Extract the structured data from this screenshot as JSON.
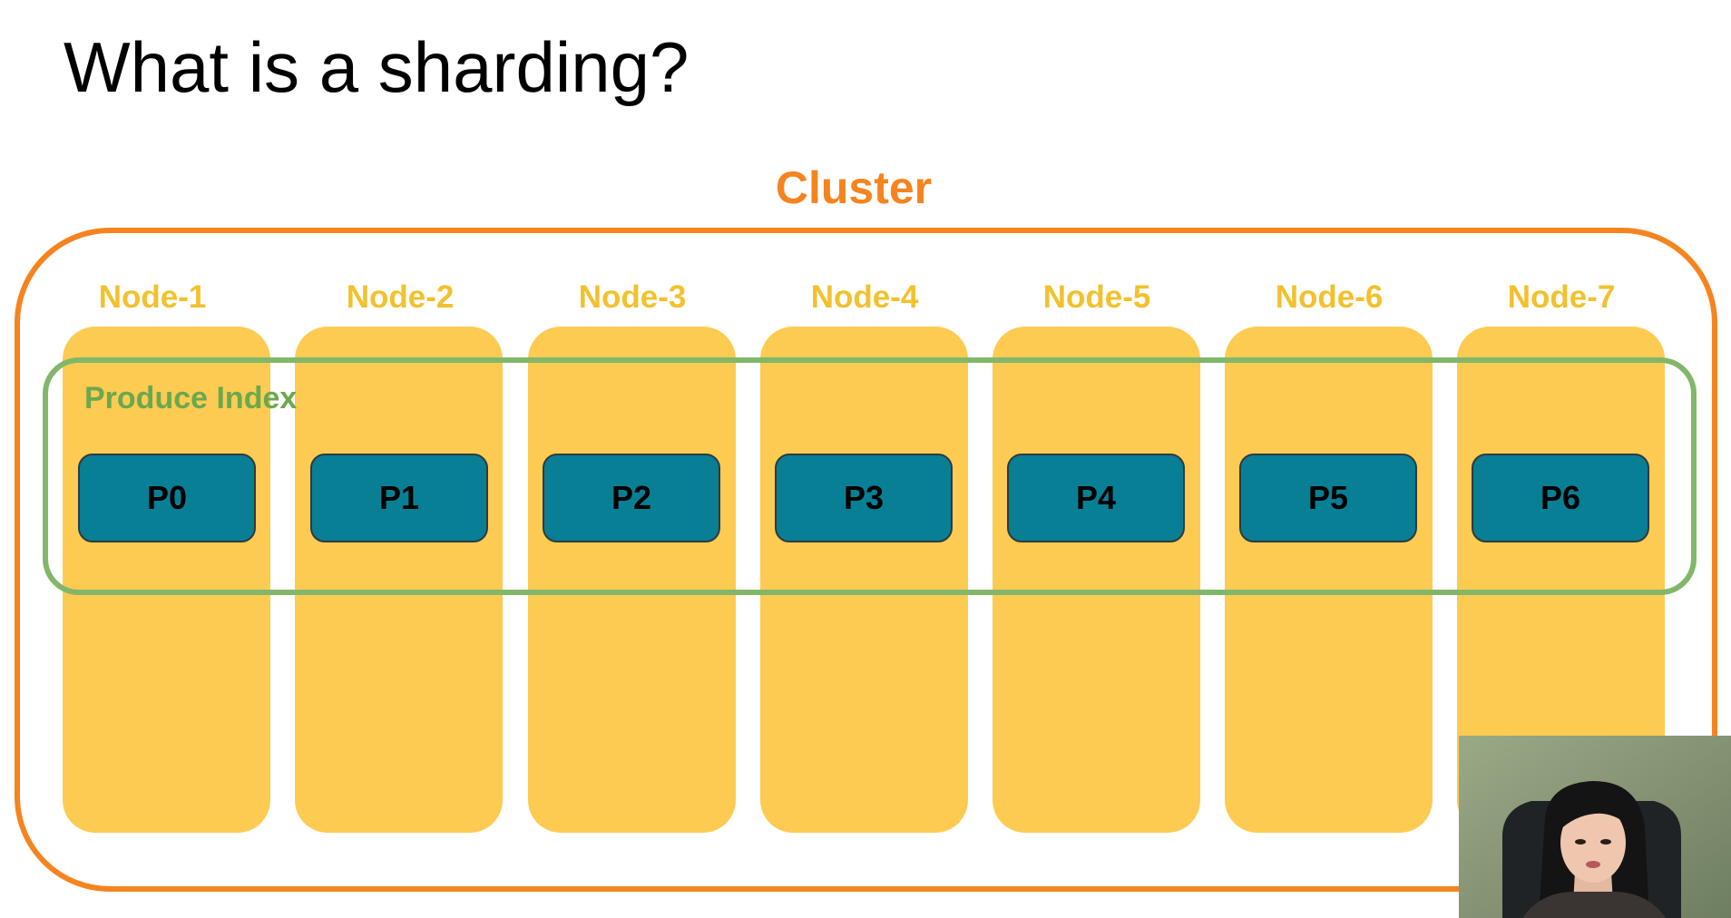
{
  "slide": {
    "title": "What is a sharding?"
  },
  "cluster": {
    "label": "Cluster"
  },
  "nodes": [
    {
      "label": "Node-1"
    },
    {
      "label": "Node-2"
    },
    {
      "label": "Node-3"
    },
    {
      "label": "Node-4"
    },
    {
      "label": "Node-5"
    },
    {
      "label": "Node-6"
    },
    {
      "label": "Node-7"
    }
  ],
  "index": {
    "label": "Produce Index",
    "shards": [
      {
        "label": "P0"
      },
      {
        "label": "P1"
      },
      {
        "label": "P2"
      },
      {
        "label": "P3"
      },
      {
        "label": "P4"
      },
      {
        "label": "P5"
      },
      {
        "label": "P6"
      }
    ]
  },
  "colors": {
    "cluster": "#f5841f",
    "node_label": "#f2c12e",
    "node_fill": "#fdcb52",
    "index": "#82b76a",
    "index_label": "#6aa84f",
    "shard_fill": "#087f94",
    "webcam_bg": "#8a9a78"
  },
  "icons": {
    "webcam": "presenter-webcam-overlay"
  }
}
